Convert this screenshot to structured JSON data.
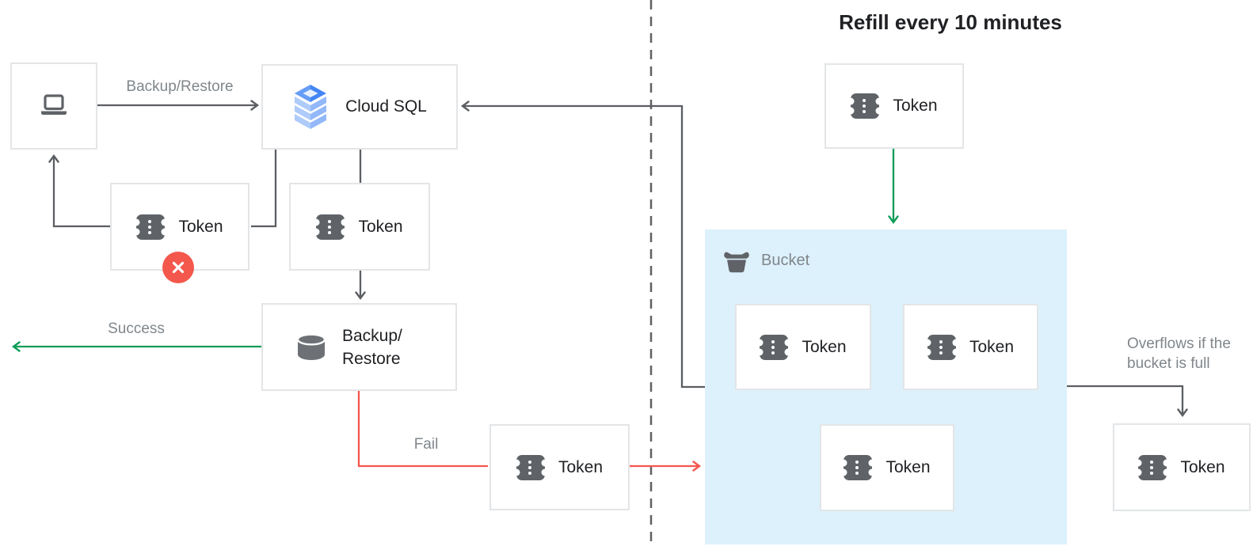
{
  "header": {
    "title": "Refill every 10 minutes"
  },
  "nodes": {
    "client": {
      "icon": "laptop-icon"
    },
    "cloud_sql": {
      "label": "Cloud SQL",
      "icon": "cloud-sql-icon"
    },
    "backup_restore": {
      "label_line1": "Backup/",
      "label_line2": "Restore",
      "icon": "database-icon"
    },
    "bucket": {
      "label": "Bucket",
      "icon": "bucket-icon"
    },
    "token": {
      "label": "Token",
      "icon": "token-icon",
      "invalid_badge_icon": "error-x-icon"
    }
  },
  "edges": {
    "backup_restore_label": "Backup/Restore",
    "success_label": "Success",
    "fail_label": "Fail",
    "overflow_label": "Overflows if the bucket is full"
  },
  "colors": {
    "line_gray": "#5b5e62",
    "success_green": "#0f9d58",
    "fail_red": "#f4574c",
    "bucket_background": "#ddf1fc",
    "box_border": "#e3e5e7",
    "text_dark": "#202124",
    "text_gray": "#80868b",
    "icon_gray": "#5f6368",
    "cloud_sql_blue": "#4285f4"
  }
}
